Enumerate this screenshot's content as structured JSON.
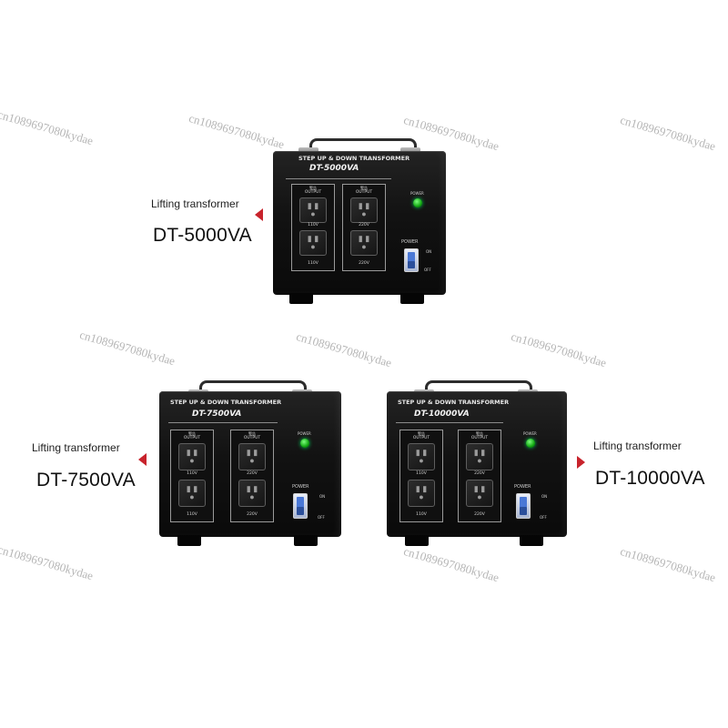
{
  "captions": {
    "unit1": {
      "subtitle": "Lifting transformer",
      "model": "DT-5000VA"
    },
    "unit2": {
      "subtitle": "Lifting transformer",
      "model": "DT-7500VA"
    },
    "unit3": {
      "subtitle": "Lifting transformer",
      "model": "DT-10000VA"
    }
  },
  "units": [
    {
      "brand_line": "STEP UP &  DOWN TRANSFORMER",
      "model_mark": "DT-5000VA"
    },
    {
      "brand_line": "STEP UP &  DOWN TRANSFORMER",
      "model_mark": "DT-7500VA"
    },
    {
      "brand_line": "STEP UP &  DOWN TRANSFORMER",
      "model_mark": "DT-10000VA"
    }
  ],
  "panel": {
    "header_cn": "警告",
    "header": "OUTPUT",
    "left_volt": "110V",
    "right_volt": "220V",
    "lamp_label": "POWER",
    "switch_label": "POWER",
    "on_label": "ON",
    "off_label": "OFF"
  },
  "watermark": "cn1089697080kydae",
  "colors": {
    "marker": "#c8232c",
    "cabinet": "#121212",
    "lamp": "#11a611",
    "switch": "#4a78d6"
  }
}
